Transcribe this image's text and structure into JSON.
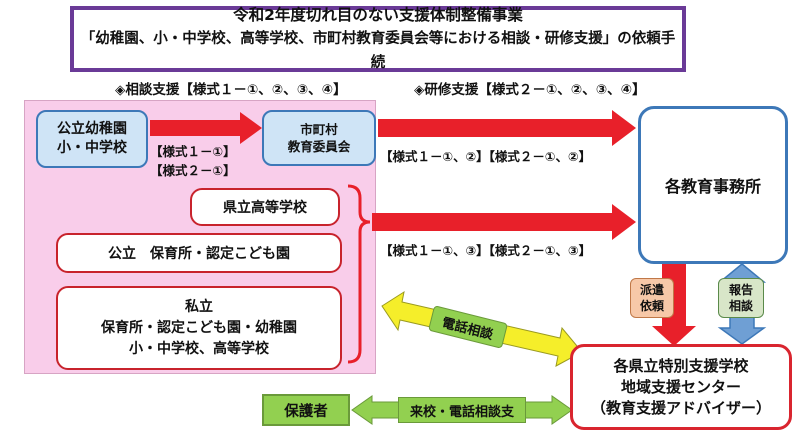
{
  "title": {
    "line1": "令和2年度切れ目のない支援体制整備事業",
    "line2": "「幼稚園、小・中学校、高等学校、市町村教育委員会等における相談・研修支援」の依頼手続"
  },
  "subheads": {
    "consult": "◈相談支援【様式１－①、②、③、④】",
    "training": "◈研修支援【様式２－①、②、③、④】"
  },
  "nodes": {
    "public_school": "公立幼稚園\n小・中学校",
    "municipal_board": "市町村\n教育委員会",
    "prefectural_hs": "県立高等学校",
    "public_nursery": "公立　保育所・認定こども園",
    "private": "私立\n保育所・認定こども園・幼稚園\n小・中学校、高等学校",
    "education_offices": "各教育事務所",
    "support_center_l1": "各県立特別支援学校",
    "support_center_l2": "地域支援センター",
    "support_center_l3": "（教育支援アドバイザー）",
    "guardian": "保護者"
  },
  "labels": {
    "form_1_1": "【様式１－①】",
    "form_2_1": "【様式２－①】",
    "forms_top": "【様式１－①、②】【様式２－①、②】",
    "forms_mid": "【様式１－①、③】【様式２－①、③】",
    "dispatch_l1": "派遣",
    "dispatch_l2": "依頼",
    "report_l1": "報告",
    "report_l2": "相談",
    "phone_consult": "電話相談",
    "visit_phone": "来校・電話相談支"
  },
  "colors": {
    "title_border": "#6a3a97",
    "pink_area": "#f9cdea",
    "red_arrow": "#e8202a",
    "blue_border": "#3d78b8",
    "blue_fill": "#cfe4f6",
    "yellow_arrow": "#f5ee2a",
    "green_arrow": "#92d050",
    "dispatch_fill": "#f7c8a8",
    "report_fill": "#d8e6c8"
  }
}
